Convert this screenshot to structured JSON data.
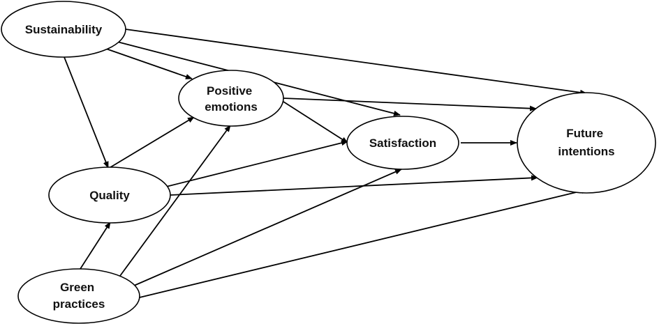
{
  "nodes": {
    "sustainability": "Sustainability",
    "positive_emotions": [
      "Positive",
      "emotions"
    ],
    "satisfaction": "Satisfaction",
    "future_intentions": [
      "Future",
      "intentions"
    ],
    "quality": "Quality",
    "green_practices": [
      "Green",
      "practices"
    ]
  },
  "edges": [
    {
      "from": "Sustainability",
      "to": "Future intentions"
    },
    {
      "from": "Sustainability",
      "to": "Positive emotions"
    },
    {
      "from": "Sustainability",
      "to": "Satisfaction"
    },
    {
      "from": "Sustainability",
      "to": "Quality"
    },
    {
      "from": "Positive emotions",
      "to": "Future intentions"
    },
    {
      "from": "Positive emotions",
      "to": "Satisfaction"
    },
    {
      "from": "Satisfaction",
      "to": "Future intentions"
    },
    {
      "from": "Quality",
      "to": "Positive emotions"
    },
    {
      "from": "Quality",
      "to": "Satisfaction"
    },
    {
      "from": "Quality",
      "to": "Future intentions"
    },
    {
      "from": "Green practices",
      "to": "Quality"
    },
    {
      "from": "Green practices",
      "to": "Positive emotions"
    },
    {
      "from": "Green practices",
      "to": "Satisfaction"
    },
    {
      "from": "Green practices",
      "to": "Future intentions"
    }
  ]
}
